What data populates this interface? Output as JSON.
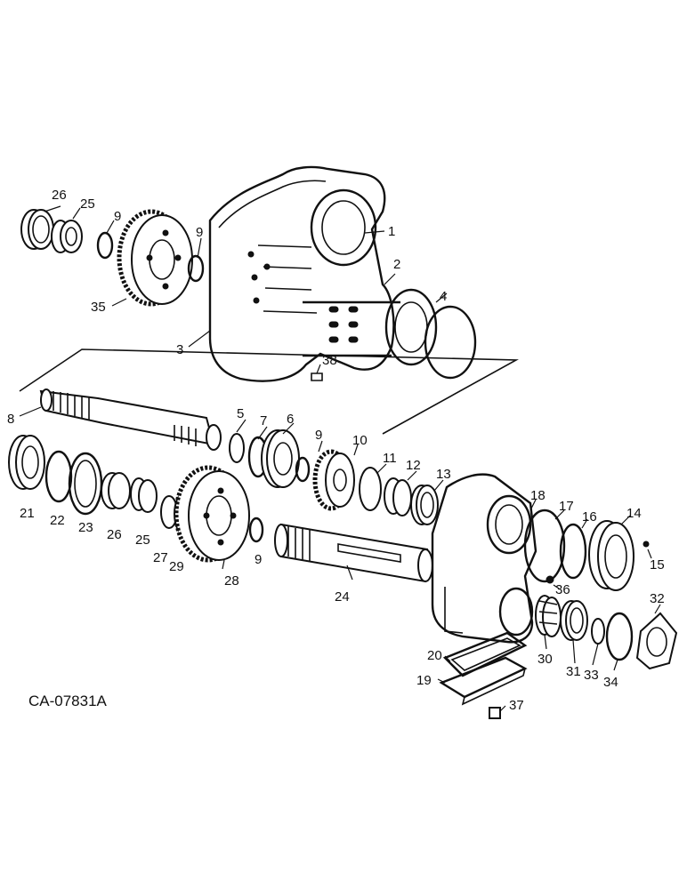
{
  "drawing_code": "CA-07831A",
  "callouts": [
    "1",
    "2",
    "3",
    "4",
    "5",
    "6",
    "7",
    "8",
    "9",
    "9",
    "9",
    "9",
    "10",
    "11",
    "12",
    "13",
    "14",
    "15",
    "16",
    "17",
    "18",
    "19",
    "20",
    "21",
    "22",
    "23",
    "24",
    "25",
    "25",
    "26",
    "26",
    "27",
    "28",
    "29",
    "30",
    "31",
    "32",
    "33",
    "34",
    "35",
    "36",
    "37",
    "38"
  ]
}
